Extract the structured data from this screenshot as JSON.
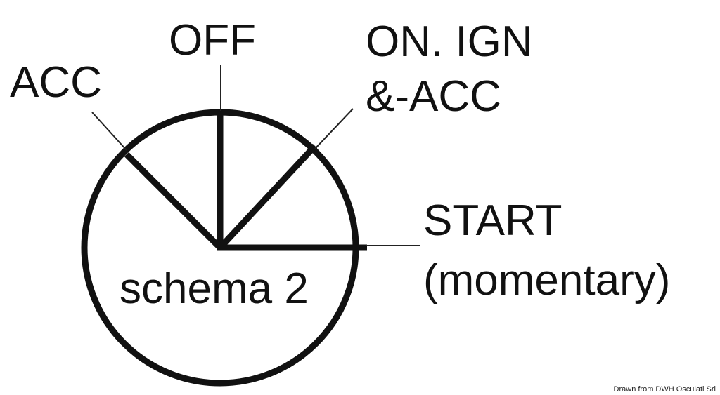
{
  "diagram": {
    "positions": {
      "acc": "ACC",
      "off": "OFF",
      "on_line1": "ON. IGN",
      "on_line2": "&-ACC",
      "start_line1": "START",
      "start_line2": "(momentary)"
    },
    "center_label": "schema 2",
    "credit": "Drawn from DWH Osculati Srl"
  }
}
